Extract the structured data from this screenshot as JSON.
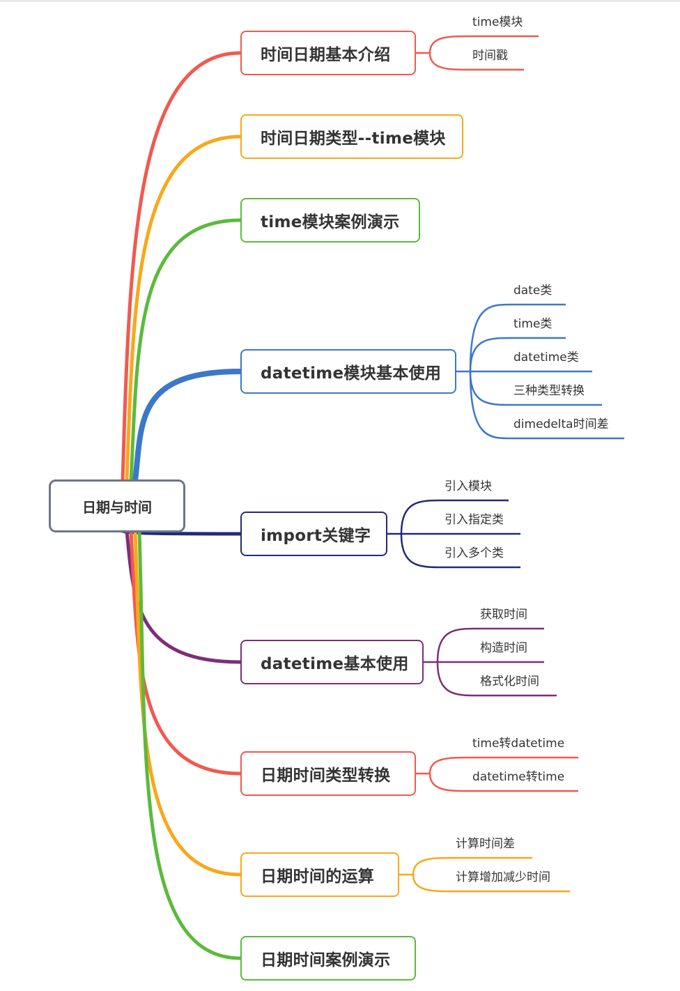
{
  "root": {
    "label": "日期与时间"
  },
  "topics": [
    {
      "label": "时间日期基本介绍",
      "color": "#f05a4f",
      "children": [
        "time模块",
        "时间戳"
      ]
    },
    {
      "label": "时间日期类型--time模块",
      "color": "#f8a81a",
      "children": []
    },
    {
      "label": "time模块案例演示",
      "color": "#5cba3c",
      "children": []
    },
    {
      "label": "datetime模块基本使用",
      "color": "#3c78c8",
      "children": [
        "date类",
        "time类",
        "datetime类",
        "三种类型转换",
        "dimedelta时间差"
      ]
    },
    {
      "label": "import关键字",
      "color": "#222a78",
      "children": [
        "引入模块",
        "引入指定类",
        "引入多个类"
      ]
    },
    {
      "label": "datetime基本使用",
      "color": "#7c2e78",
      "children": [
        "获取时间",
        "构造时间",
        "格式化时间"
      ]
    },
    {
      "label": "日期时间类型转换",
      "color": "#f05a4f",
      "children": [
        "time转datetime",
        "datetime转time"
      ]
    },
    {
      "label": "日期时间的运算",
      "color": "#f8a81a",
      "children": [
        "计算时间差",
        "计算增加减少时间"
      ]
    },
    {
      "label": "日期时间案例演示",
      "color": "#5cba3c",
      "children": []
    }
  ],
  "colors": {
    "root_border": "#6b7789",
    "text": "#333333"
  }
}
